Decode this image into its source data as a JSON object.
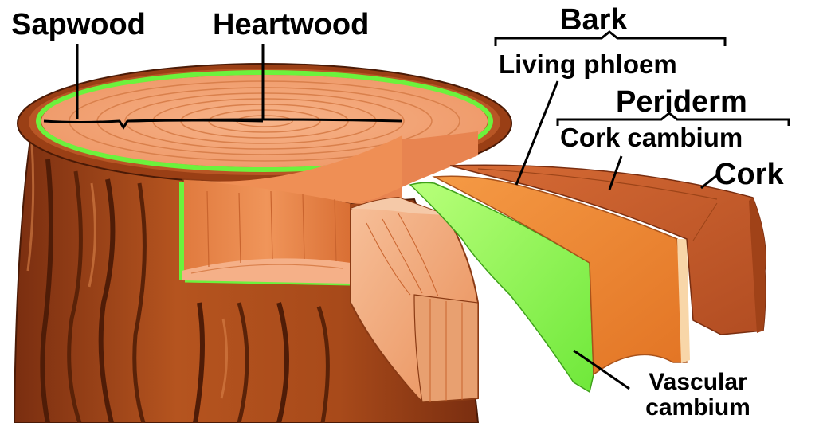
{
  "colors": {
    "bark_dark": "#8a3a14",
    "bark_mid": "#b5541f",
    "heartwood": "#f2a070",
    "sapwood_ring": "#6cf23c",
    "phloem_green": "#8ff553",
    "periderm_orange": "#e8742c",
    "cork_brown": "#c65a2a"
  },
  "labels": {
    "sapwood": "Sapwood",
    "heartwood": "Heartwood",
    "bark": "Bark",
    "living_phloem": "Living phloem",
    "periderm": "Periderm",
    "cork_cambium": "Cork cambium",
    "cork": "Cork",
    "vascular_line1": "Vascular",
    "vascular_line2": "cambium"
  }
}
